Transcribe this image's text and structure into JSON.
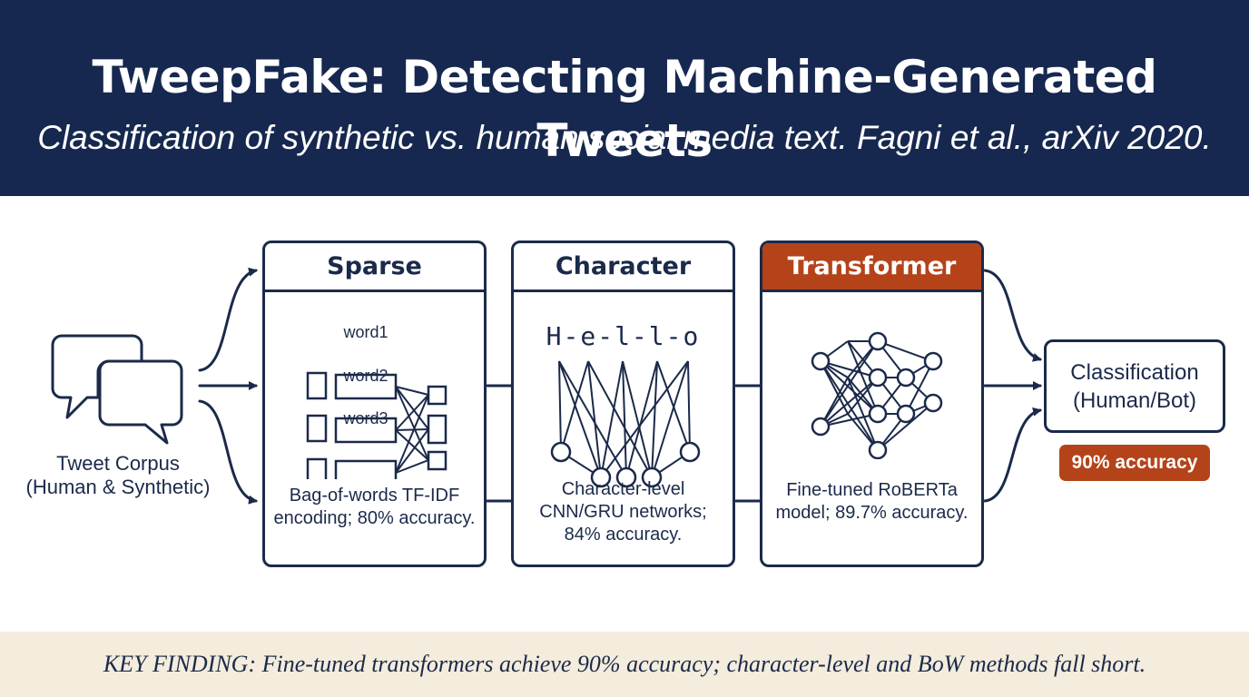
{
  "header": {
    "title": "TweepFake: Detecting Machine-Generated Tweets",
    "subtitle": "Classification of synthetic vs. human social media text. Fagni et al., arXiv 2020."
  },
  "corpus": {
    "icon": "chat-bubbles-icon",
    "label_line1": "Tweet Corpus",
    "label_line2": "(Human & Synthetic)"
  },
  "stages": [
    {
      "title": "Sparse",
      "words": [
        "word1",
        "word2",
        "word3"
      ],
      "desc_line1": "Bag-of-words TF-IDF",
      "desc_line2": "encoding; 80% accuracy."
    },
    {
      "title": "Character",
      "chars": "H-e-l-l-o",
      "desc_line1": "Character-level",
      "desc_line2": "CNN/GRU networks;",
      "desc_line3": "84% accuracy."
    },
    {
      "title": "Transformer",
      "desc_line1": "Fine-tuned RoBERTa",
      "desc_line2": "model; 89.7% accuracy."
    }
  ],
  "result": {
    "line1": "Classification",
    "line2": "(Human/Bot)",
    "badge": "90% accuracy"
  },
  "footer": {
    "text": "KEY FINDING: Fine-tuned transformers achieve 90% accuracy; character-level and BoW methods fall short."
  },
  "colors": {
    "navy": "#16284f",
    "accent": "#b5431a",
    "ink": "#1b2a4a",
    "footer_bg": "#f4ecdc"
  }
}
